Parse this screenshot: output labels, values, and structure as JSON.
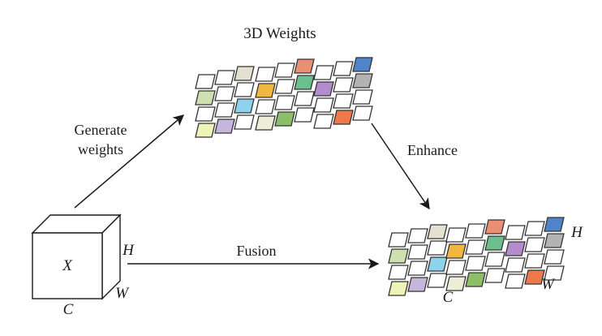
{
  "labels": {
    "title_3d_weights": "3D Weights",
    "generate_line1": "Generate",
    "generate_line2": "weights",
    "enhance": "Enhance",
    "fusion": "Fusion",
    "input_x": "X",
    "input_h": "H",
    "input_w": "W",
    "input_c": "C",
    "output_h": "H",
    "output_w": "W",
    "output_c": "C"
  },
  "colors": {
    "empty": "#ffffff",
    "green_light": "#cfe0b0",
    "yellow_light": "#eef3b8",
    "lavender": "#c6b6dc",
    "cyan": "#8ed3ec",
    "beige": "#e4e1d3",
    "orange_yellow": "#f2b73e",
    "salmon": "#e98f74",
    "green_mid": "#6cc08f",
    "cream": "#eeeed8",
    "green_dark": "#8cbf68",
    "purple": "#b48ccd",
    "blue": "#4f84c8",
    "gray": "#b3b3b3",
    "orange": "#ec7a48"
  },
  "weight_groups": [
    [
      [
        "empty",
        "empty",
        "beige"
      ],
      [
        "green_light",
        "empty",
        "empty"
      ],
      [
        "empty",
        "empty",
        "cyan"
      ],
      [
        "yellow_light",
        "lavender",
        "empty"
      ]
    ],
    [
      [
        "empty",
        "empty",
        "salmon"
      ],
      [
        "orange_yellow",
        "empty",
        "green_mid"
      ],
      [
        "empty",
        "empty",
        "empty"
      ],
      [
        "cream",
        "green_dark",
        "empty"
      ]
    ],
    [
      [
        "empty",
        "empty",
        "blue"
      ],
      [
        "purple",
        "empty",
        "gray"
      ],
      [
        "empty",
        "empty",
        "empty"
      ],
      [
        "empty",
        "orange",
        "empty"
      ]
    ]
  ]
}
